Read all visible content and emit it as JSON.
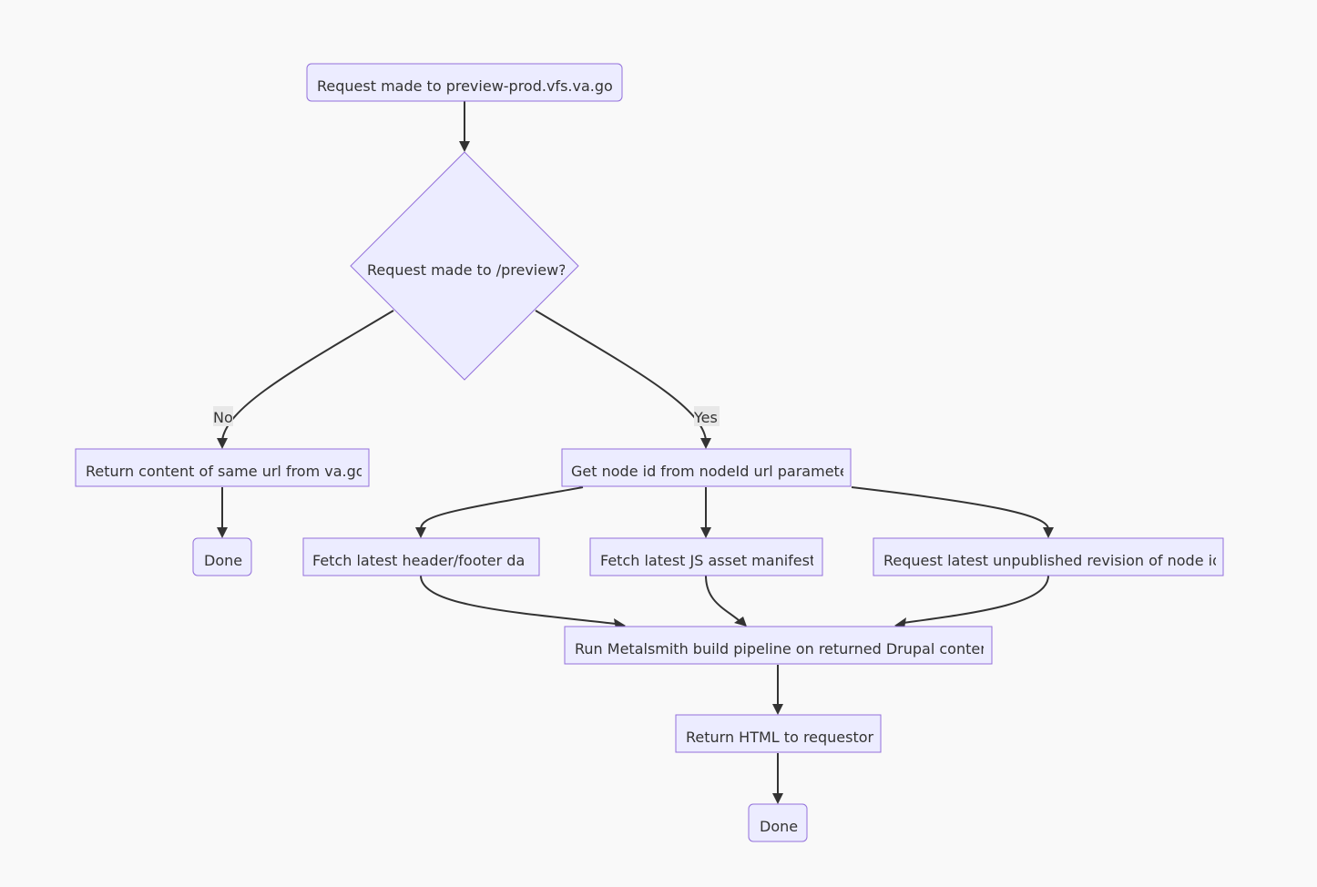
{
  "nodes": {
    "start": "Request made to preview-prod.vfs.va.go",
    "decision": "Request made to /preview?",
    "return_va": "Return content of same url from va.go",
    "done_left": "Done",
    "get_node_id": "Get node id from nodeId url paramete",
    "fetch_header": "Fetch latest header/footer da",
    "fetch_js": "Fetch latest JS asset manifest",
    "request_revision": "Request latest unpublished revision of node id",
    "run_metalsmith": "Run Metalsmith build pipeline on returned Drupal conter",
    "return_html": "Return HTML to requestor",
    "done_bottom": "Done"
  },
  "edges": {
    "no_label": "No",
    "yes_label": "Yes"
  },
  "colors": {
    "node_fill": "#ececff",
    "node_stroke": "#9370db",
    "edge": "#333333",
    "text": "#333333",
    "background": "#f9f9f9"
  }
}
